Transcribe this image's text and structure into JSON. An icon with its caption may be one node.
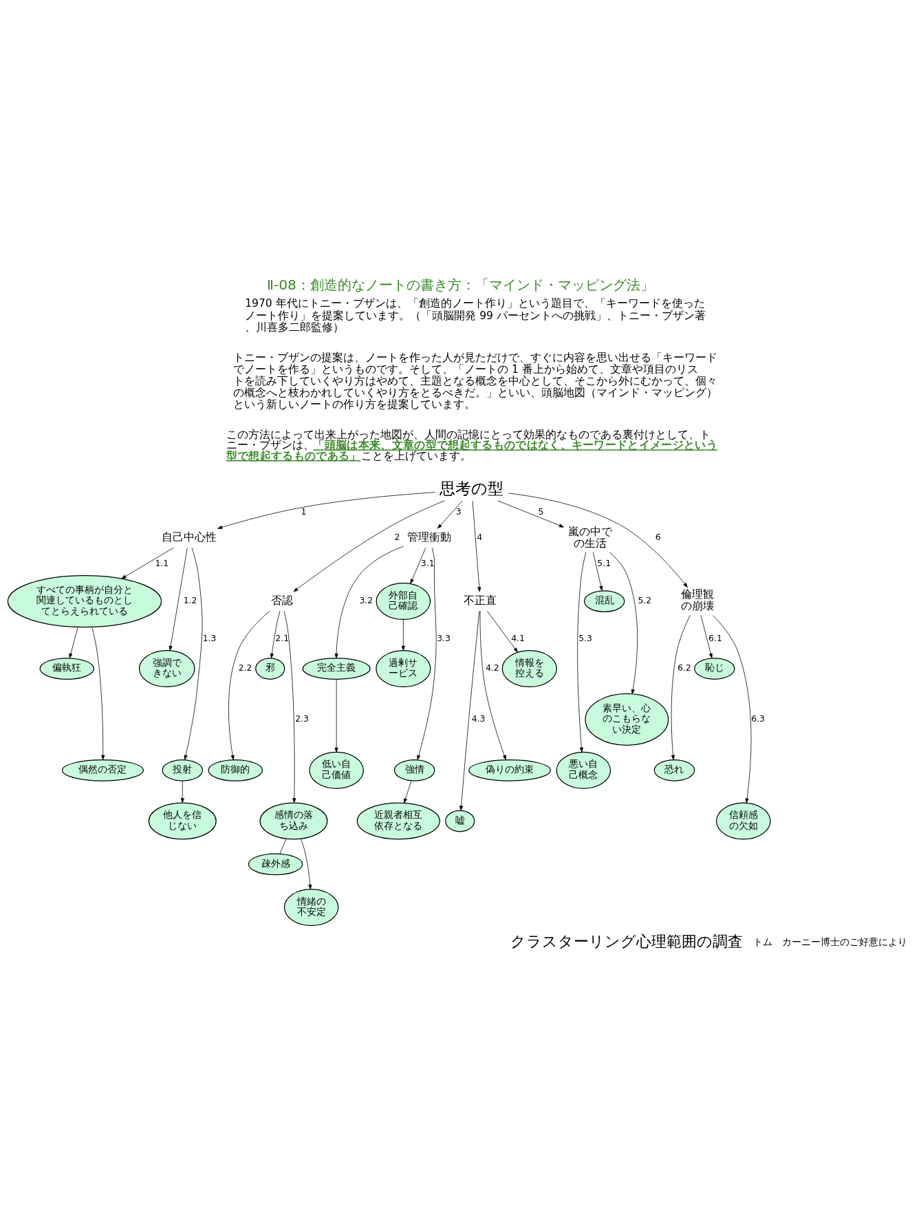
{
  "diagram": {
    "title": "Ⅱ-08：創造的なノートの書き方：「マインド・マッピング法」",
    "caption": "クラスターリング心理範囲の調査",
    "nodes": [
      {
        "text": [
          "思考の型"
        ]
      },
      {
        "text": [
          "自己中心性"
        ]
      },
      {
        "text": [
          "すべての事柄が自分と関連しているものとしてとらえられている"
        ]
      },
      {
        "text": [
          "偏執狂"
        ]
      },
      {
        "text": [
          "偶然の否定"
        ]
      },
      {
        "text": [
          "強調できない"
        ]
      },
      {
        "text": [
          "投射"
        ]
      },
      {
        "text": [
          "他人を信じない"
        ]
      },
      {
        "text": [
          "否認"
        ]
      },
      {
        "text": [
          "防御的"
        ]
      },
      {
        "text": [
          "邪"
        ]
      },
      {
        "text": [
          "感情の落ち込み"
        ]
      },
      {
        "text": [
          "疎外感"
        ]
      },
      {
        "text": [
          "情緒の不安定"
        ]
      },
      {
        "text": [
          "管理衝動"
        ]
      },
      {
        "text": [
          "完全主義"
        ]
      },
      {
        "text": [
          "低い自己価値"
        ]
      },
      {
        "text": [
          "外部自己確認"
        ]
      },
      {
        "text": [
          "過剰サービス"
        ]
      },
      {
        "text": [
          "強情"
        ]
      },
      {
        "text": [
          "近親者相互依存となる"
        ]
      },
      {
        "text": [
          "不正直"
        ]
      },
      {
        "text": [
          "嘘"
        ]
      },
      {
        "text": [
          "偽りの約束"
        ]
      },
      {
        "text": [
          "情報を控える"
        ]
      },
      {
        "text": [
          "嵐の中での生活"
        ]
      },
      {
        "text": [
          "悪い自己概念"
        ]
      },
      {
        "text": [
          "混乱"
        ]
      },
      {
        "text": [
          "素早い、心のこもらない決定"
        ]
      },
      {
        "text": [
          "倫理観の崩壊"
        ]
      },
      {
        "text": [
          "恐れ"
        ]
      },
      {
        "text": [
          "恥じ"
        ]
      },
      {
        "text": [
          "信頼感の欠如"
        ]
      }
    ],
    "edges": [
      {
        "from": 0,
        "to": 1,
        "arrow": "to",
        "label": "1"
      },
      {
        "from": 0,
        "to": 8,
        "arrow": "to",
        "label": "2"
      },
      {
        "from": 0,
        "to": 14,
        "arrow": "to",
        "label": "3"
      },
      {
        "from": 0,
        "to": 21,
        "arrow": "to",
        "label": "4"
      },
      {
        "from": 0,
        "to": 25,
        "arrow": "to",
        "label": "5"
      },
      {
        "from": 0,
        "to": 29,
        "arrow": "to",
        "label": "6"
      },
      {
        "from": 1,
        "to": 2,
        "arrow": "to",
        "label": "1.1"
      },
      {
        "from": 1,
        "to": 5,
        "arrow": "to",
        "label": "1.2"
      },
      {
        "from": 1,
        "to": 6,
        "arrow": "to",
        "label": "1.3"
      },
      {
        "from": 2,
        "to": 3,
        "arrow": "to"
      },
      {
        "from": 2,
        "to": 4,
        "arrow": "to"
      },
      {
        "from": 6,
        "to": 7,
        "arrow": "to"
      },
      {
        "from": 8,
        "to": 10,
        "arrow": "to",
        "label": "2.1"
      },
      {
        "from": 8,
        "to": 9,
        "arrow": "to",
        "label": "2.2"
      },
      {
        "from": 8,
        "to": 11,
        "arrow": "to",
        "label": "2.3"
      },
      {
        "from": 11,
        "to": 12,
        "arrow": "none"
      },
      {
        "from": 11,
        "to": 13,
        "arrow": "to"
      },
      {
        "from": 14,
        "to": 17,
        "arrow": "to",
        "label": "3.1"
      },
      {
        "from": 14,
        "to": 15,
        "arrow": "to",
        "label": "3.2"
      },
      {
        "from": 14,
        "to": 19,
        "arrow": "to",
        "label": "3.3"
      },
      {
        "from": 15,
        "to": 16,
        "arrow": "to"
      },
      {
        "from": 17,
        "to": 18,
        "arrow": "to"
      },
      {
        "from": 19,
        "to": 20,
        "arrow": "to"
      },
      {
        "from": 21,
        "to": 24,
        "arrow": "to",
        "label": "4.1"
      },
      {
        "from": 21,
        "to": 23,
        "arrow": "to",
        "label": "4.2"
      },
      {
        "from": 21,
        "to": 22,
        "arrow": "to",
        "label": "4.3"
      },
      {
        "from": 25,
        "to": 27,
        "arrow": "to",
        "label": "5.1"
      },
      {
        "from": 25,
        "to": 28,
        "arrow": "to",
        "label": "5.2"
      },
      {
        "from": 25,
        "to": 26,
        "arrow": "to",
        "label": "5.3"
      },
      {
        "from": 29,
        "to": 31,
        "arrow": "to",
        "label": "6.1"
      },
      {
        "from": 29,
        "to": 30,
        "arrow": "to",
        "label": "6.2"
      },
      {
        "from": 29,
        "to": 32,
        "arrow": "to",
        "label": "6.3"
      }
    ],
    "labels": [
      "1970 年代にトニー・ブザンは、「創造的ノート作り」という題目で、「キーワードを使ったノート作り」を提案しています。（「頭脳開発 99 パーセントへの挑戦」、トニー・ブザン著、川喜多二郎監修）",
      "トニー・ブザンの提案は、ノートを作った人が見ただけで、すぐに内容を思い出せる「キーワードでノートを作る」というものです。そして、「ノートの 1 番上から始めて、文章や項目のリストを読み下していくやり方はやめて、主題となる概念を中心として、そこから外にむかって、個々の概念へと枝わかれしていくやり方をとるべきだ。」といい、頭脳地図（マインド・マッピング）という新しいノートの作り方を提案しています。",
      "この方法によって出来上がった地図が、人間の記憶にとって効果的なものである裏付けとして、トニー・ブザンは、**「頭脳は本来、文章の型で想起するものではなく、キーワードとイメージという型で想起するものである」**ことを上げています。",
      "トム　カーニー博士のご好意により"
    ]
  }
}
